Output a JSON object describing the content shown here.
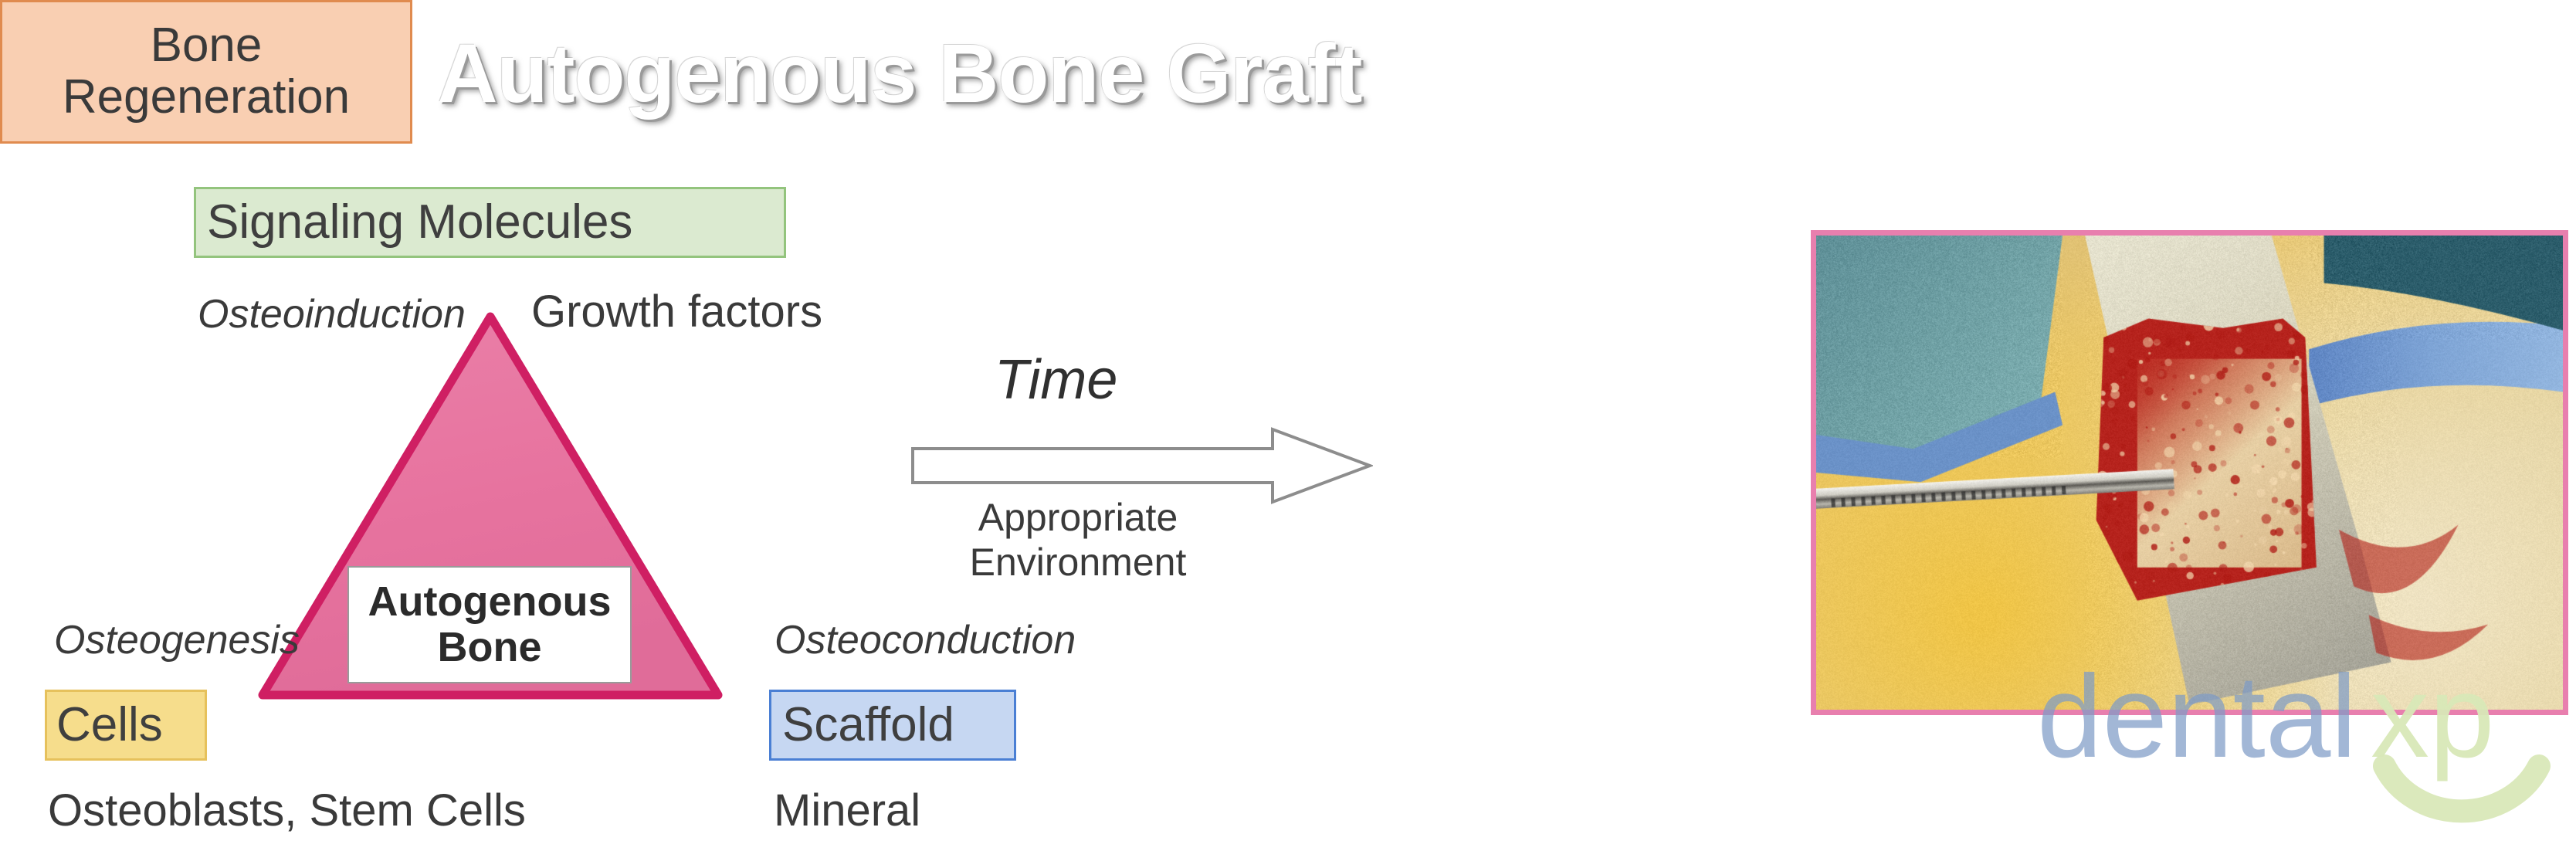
{
  "title": "Autogenous Bone Graft",
  "triangle": {
    "center_label_line1": "Autogenous",
    "center_label_line2": "Bone",
    "fill_color": "#e8739f",
    "border_color": "#cf1f63"
  },
  "corners": {
    "top": {
      "box_label": "Signaling Molecules",
      "mechanism": "Osteoinduction",
      "detail": "Growth factors",
      "box_fill": "#dbead0",
      "box_border": "#93c47d"
    },
    "left": {
      "box_label": "Cells",
      "mechanism": "Osteogenesis",
      "detail": "Osteoblasts, Stem Cells",
      "box_fill": "#f6dd8c",
      "box_border": "#e6c15c"
    },
    "right": {
      "box_label": "Scaffold",
      "mechanism": "Osteoconduction",
      "detail": "Mineral",
      "box_fill": "#c6d7f2",
      "box_border": "#4a7fd4"
    }
  },
  "process": {
    "arrow_label_above": "Time",
    "arrow_label_below_line1": "Appropriate",
    "arrow_label_below_line2": "Environment",
    "arrow_icon": "right-arrow-outline-icon"
  },
  "outcome": {
    "label_line1": "Bone",
    "label_line2": "Regeneration",
    "box_fill": "#f9cfb2",
    "box_border": "#e08b4f"
  },
  "photo": {
    "caption": "",
    "icon": "surgical-bone-graft-photo",
    "frame_color": "#e87fae"
  },
  "watermark": {
    "text_primary": "dental",
    "text_secondary": "xp",
    "color_primary": "#7f9cc6",
    "color_secondary": "#d9e8b8"
  }
}
